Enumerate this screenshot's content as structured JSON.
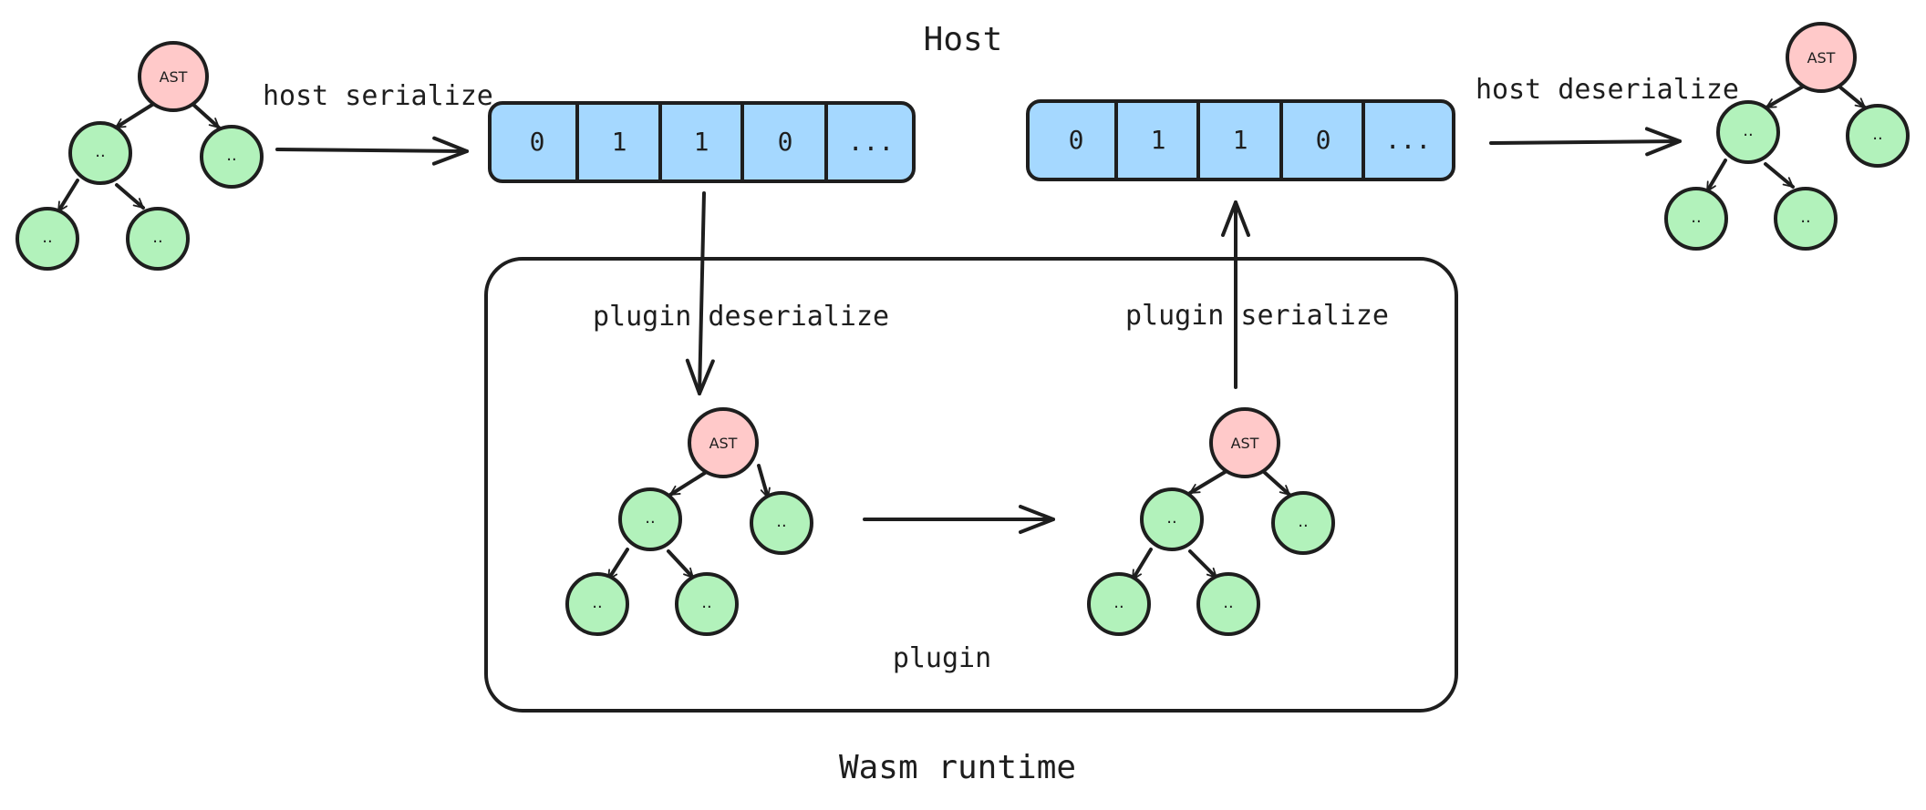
{
  "host_title": "Host",
  "runtime_title": "Wasm runtime",
  "plugin_box_label": "plugin",
  "edges": {
    "host_serialize": "host serialize",
    "host_deserialize": "host deserialize",
    "plugin_deserialize": "plugin deserialize",
    "plugin_serialize": "plugin serialize"
  },
  "buffers": {
    "left": [
      "0",
      "1",
      "1",
      "0",
      "..."
    ],
    "right": [
      "0",
      "1",
      "1",
      "0",
      "..."
    ]
  },
  "tree": {
    "root": "AST",
    "children": [
      "..",
      "..",
      "..",
      ".."
    ]
  },
  "colors": {
    "root_fill": "#ffc9c9",
    "child_fill": "#b2f2bb",
    "buffer_fill": "#a5d8ff",
    "stroke": "#1e1e1e"
  }
}
